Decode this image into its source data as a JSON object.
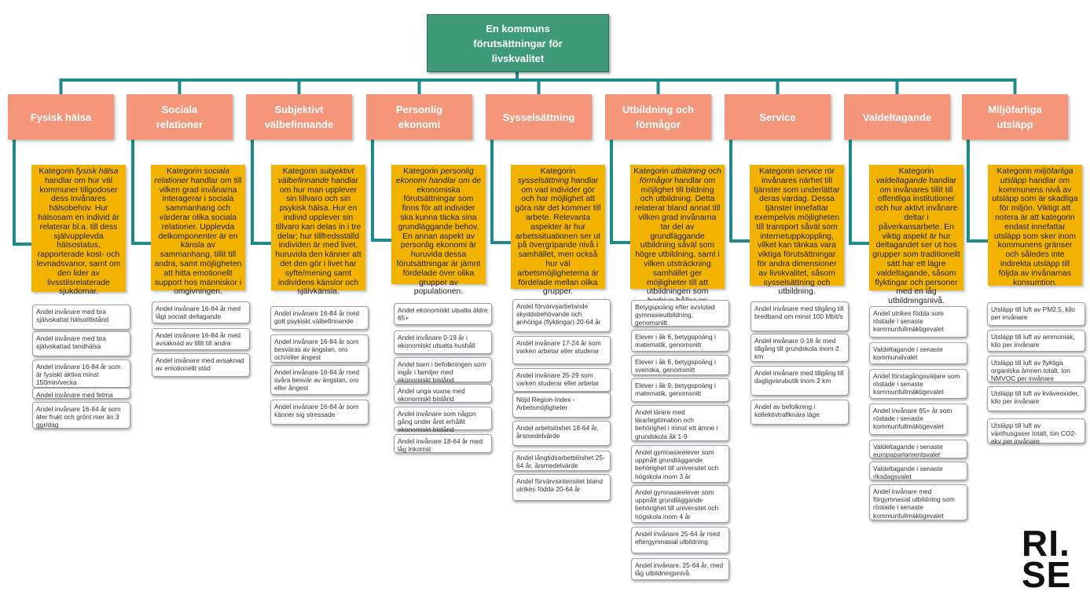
{
  "root": {
    "title": "En kommuns förutsättningar för livskvalitet"
  },
  "logo": {
    "line1": "RI.",
    "line2": "SE"
  },
  "colors": {
    "root": "#3d9a78",
    "category": "#f3967a",
    "description": "#f2b300",
    "connector": "#1f8a8a"
  },
  "categories": [
    {
      "name": "Fysisk hälsa",
      "desc_pre": "Kategorin ",
      "desc_em": "fysisk hälsa",
      "desc_post": " handlar om hur väl kommuner tillgodoser dess invånares hälsobehov. Hur hälsosam en individ är relaterar bl.a. till dess självupplevda hälsostatus, rapporterade kost- och levnadsvanor, samt om den lider av livsstilsrelaterade sjukdomar.",
      "indicators": [
        "Andel invånare med bra självskattat hälsotillstånd",
        "Andel invånare med bra självskattad tandhälsa",
        "Andel invånare 16-84 år som är fysiskt aktiva minst 150min/vecka",
        "Andel invånare med fetma",
        "Andel invånare 16-84 år som äter frukt och grönt mer än 3 ggr/dag"
      ]
    },
    {
      "name": "Sociala relationer",
      "desc_pre": "Kategorin ",
      "desc_em": "sociala relationer",
      "desc_post": " handlar om till vilken grad invånarna interagerar i sociala sammanhang och värderar olika sociala relationer. Upplevda delkomponenter är en känsla av sammanhang, tillit till andra, samt möjligheten att hitta emotionellt support hos människor i omgivningen.",
      "indicators": [
        "Andel invånare 16-84 år med lågt socialt deltagande",
        "Andel invånare 16-84 år med avsaknad av tillit till andra",
        "Andel invånare med avsaknad av emotionellt stöd"
      ]
    },
    {
      "name": "Subjektivt välbefinnande",
      "desc_pre": "Kategorin ",
      "desc_em": "subjektivt välbefinnande",
      "desc_post": " handlar om hur man upplever sin tillvaro och sin psykisk hälsa. Hur en individ upplever sin tillvaro kan delas in i tre delar; hur tillfredsställd individen är med livet, huruvida den känner att det den gör i livet har syfte/mening samt individens känslor och självkänsla.",
      "indicators": [
        "Andel invånare 16-84 år med gott psykiskt välbefinnande",
        "Andel invånare 16-84 år som besväras av ängslan, oro och/eller ängest",
        "Andel invånare 16-84 år med svåra besvär av ängslan, oro eller ångest",
        "Andel invånare 16-84 år som känner sig stressade"
      ]
    },
    {
      "name": "Personlig ekonomi",
      "desc_pre": "Kategorin ",
      "desc_em": "personlig ekonomi handlar om",
      "desc_post": " de ekonomiska förutsättningar som finns för att individer ska kunna täcka sina grundläggande behov. En annan aspekt av personlig ekonomi är huruvida dessa förutsättningar är jämnt fördelade över olika grupper av populationen.",
      "indicators": [
        "Andel ekonomiskt utsatta äldre 65+",
        "Andel invånare 0-19 år i ekonomiskt utsatta hushåll",
        "Andel barn i befolkningen som ingår i familjer med ekonomiskt bistånd",
        "Andel unga vuxna med ekonomiskt bistånd",
        "Andel invånare som någon gång under året erhållit ekonomiskt bistånd",
        "Andel invånare 18-64 år med låg inkomst"
      ]
    },
    {
      "name": "Sysselsättning",
      "desc_pre": "Kategorin ",
      "desc_em": "sysselsättning",
      "desc_post": " handlar om vad individer gör och har möjlighet att göra när det kommer till arbete. Relevanta aspekter är hur arbetssituationen ser ut på övergripande nivå i samhället, men också hur väl arbetsmöjligheterna är fördelade mellan olika grupper.",
      "indicators": [
        "Andel förvärvsarbetande skyddsbehövande och anhöriga (flyktingar) 20-64 år",
        "Andel invånare 17-24 år som varken arbetar eller studerar",
        "Andel invånare 25-29 som varken studerar eller arbetar",
        "Nöjd Region-Index - Arbetsmöjligheter",
        "Andel arbetslöshet 18-64 år, årsmedelvärde",
        "Andel långtidsarbetslöshet 25-64 år, årsmedelvärde",
        "Andel förvärvsintensitet bland utrikes födda 20-64 år"
      ]
    },
    {
      "name": "Utbildning och förmågor",
      "desc_pre": "Kategorin ",
      "desc_em": "utbildning och förmågor",
      "desc_post": " handlar om möjlighet till bildning och utbildning. Detta relaterar bland annat till vilken grad invånarna tar del av grundläggande utbildning såväl som högre utbildning, samt i vilken utsträckning samhället ger möjligheter till att utbildningen som bedrivs håller en tillräcklig nivå.",
      "indicators": [
        "Betygspoäng efter avslutad gymnasieutbildning, genomsnitt",
        "Elever i åk 6, betygspoäng i matematik, genomsnitt",
        "Elever i åk 6, betygspoäng i svenska, genomsnitt",
        "Elever i åk 9, betygspoäng i matematik, genomsnitt",
        "Andel lärare med lärarlegitimation och behörighet i minst ett ämne i grundskola åk 1-9",
        "Andel gymnasieelever som uppnått grundläggande behörighet till universitet och högskola inom 3 år",
        "Andel gymnasieelever som uppnått grundläggande behörighet till universitet och högskola inom 4 år",
        "Andel invånare 25-64 år med eftergymnasial utbildning",
        "Andel invånare, 25-64 år, med låg utbildningsnivå"
      ]
    },
    {
      "name": "Service",
      "desc_pre": "Kategorin ",
      "desc_em": "service",
      "desc_post": " rör invånares närhet till tjänster som underlättar deras vardag. Dessa tjänster innefattar exempelvis möjligheten till transport såväl som internetuppkoppling, vilket kan tänkas vara viktiga förutsättningar för andra dimensioner av livskvalitet, såsom sysselsättning och utbildning.",
      "indicators": [
        "Andel invånare med tillgång till bredband om minst 100 Mbit/s",
        "Andel invånare 0-16 år med tillgång till grundskola inom 2 km",
        "Andel invånare med tillgång till dagligvarubutik inom 2 km",
        "Andel av befolkning i kollektivtrafiknära läge"
      ]
    },
    {
      "name": "Valdeltagande",
      "desc_pre": "Kategorin ",
      "desc_em": "valdeltagande",
      "desc_post": " handlar om invånares tillit till offentliga institutioner och hur aktivt invånare deltar i påverkansarbete. En viktig aspekt är hur deltagandet ser ut hos grupper som traditionellt sätt har ett lägre valdeltagande, såsom flyktingar och personer med en låg utbildningsnivå.",
      "indicators": [
        "Andel utrikes födda som röstade i senaste kommunfullmäktigevalet",
        "Valdeltagande i senaste kommunalvalet",
        "Andel förstagångsväljare som röstade i senaste kommunfullmäktigevalet",
        "Andel invånare 65+ år som röstade i senaste kommunfullmäktigevalet",
        "Valdeltagande i senaste europaparlamentsvalet",
        "Valdeltagande i senaste riksdagsvalet",
        "Andel invånare med förgymnasial utbildning som röstade i senaste kommunfullmäktigevalet"
      ]
    },
    {
      "name": "Miljöfarliga utsläpp",
      "desc_pre": "Kategorin ",
      "desc_em": "miljöfarliga utsläpp",
      "desc_post": " handlar om kommunens nivå av utsläpp som är skadliga för miljön. Viktigt att notera är att kategorin endast innefattar utsläpp som sker inom kommunens gränser och således inte indirekta utsläpp till följda av invånarnas konsumtion.",
      "indicators": [
        "Utsläpp till luft av PM2.5, kilo per invånare",
        "Utsläpp till luft av ammoniak, kilo per invånare",
        "Utsläpp till luft av flyktiga organiska ämnen totalt, ton NMVOC per invånare",
        "Utsläpp till luft av kväveoxider, kilo per invånare",
        "Utsläpp till luft av växthusgaser totalt, ton CO2-ekv per invånare"
      ]
    }
  ]
}
